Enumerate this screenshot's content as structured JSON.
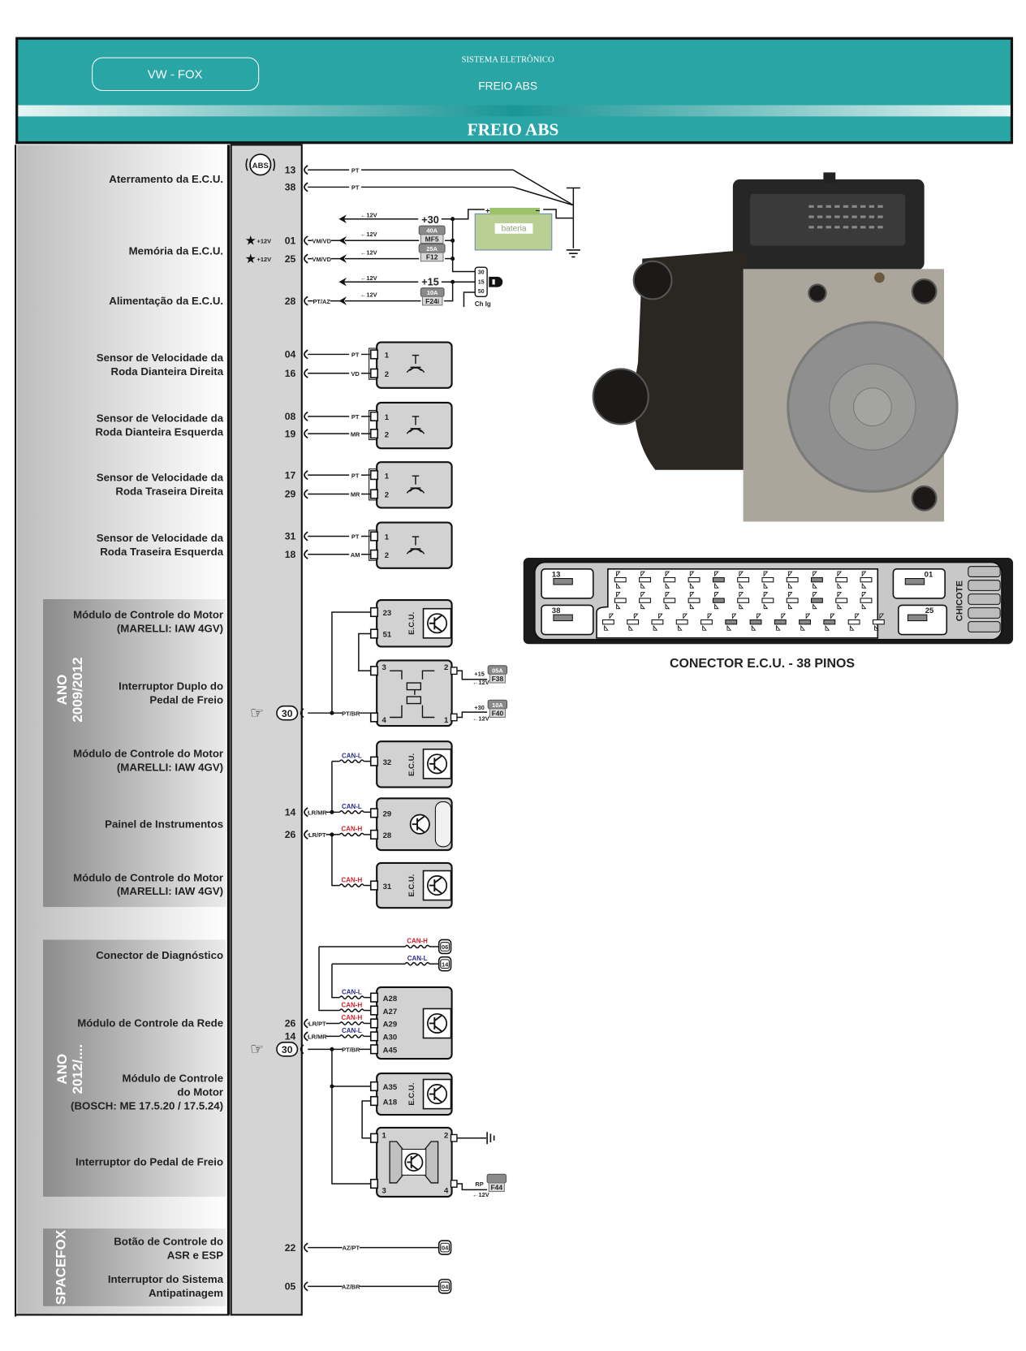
{
  "header": {
    "brand": "VW - FOX",
    "system": "SISTEMA ELETRÔNICO",
    "subtitle": "FREIO ABS",
    "title": "FREIO ABS"
  },
  "labels": [
    {
      "lines": [
        "Aterramento da E.C.U."
      ]
    },
    {
      "lines": [
        "Memória da E.C.U."
      ]
    },
    {
      "lines": [
        "Alimentação da E.C.U."
      ]
    },
    {
      "lines": [
        "Sensor de Velocidade da",
        "Roda Dianteira Direita"
      ]
    },
    {
      "lines": [
        "Sensor de Velocidade da",
        "Roda Dianteira Esquerda"
      ]
    },
    {
      "lines": [
        "Sensor de Velocidade da",
        "Roda Traseira Direita"
      ]
    },
    {
      "lines": [
        "Sensor de Velocidade da",
        "Roda Traseira Esquerda"
      ]
    },
    {
      "lines": [
        "Módulo de Controle do Motor",
        "(MARELLI: IAW 4GV)"
      ]
    },
    {
      "lines": [
        "Interruptor Duplo do",
        "Pedal de Freio"
      ]
    },
    {
      "lines": [
        "Módulo de Controle do Motor",
        "(MARELLI: IAW 4GV)"
      ]
    },
    {
      "lines": [
        "Painel de Instrumentos"
      ]
    },
    {
      "lines": [
        "Módulo de Controle do Motor",
        "(MARELLI: IAW 4GV)"
      ]
    },
    {
      "lines": [
        "Conector de Diagnóstico"
      ]
    },
    {
      "lines": [
        "Módulo de Controle da Rede"
      ]
    },
    {
      "lines": [
        "Módulo de Controle",
        "do Motor",
        "(BOSCH: ME 17.5.20 / 17.5.24)"
      ]
    },
    {
      "lines": [
        "Interruptor do Pedal de Freio"
      ]
    },
    {
      "lines": [
        "Botão de Controle do",
        "ASR e ESP"
      ]
    },
    {
      "lines": [
        "Interruptor do Sistema",
        "Antipatinagem"
      ]
    }
  ],
  "sections": [
    {
      "lines": [
        "ANO",
        "2009/2012"
      ]
    },
    {
      "lines": [
        "ANO",
        "2012/...."
      ]
    },
    {
      "lines": [
        "SPACEFOX"
      ]
    }
  ],
  "ecu": {
    "badge": "ABS",
    "pins": [
      "13",
      "38",
      "01",
      "25",
      "28",
      "04",
      "16",
      "08",
      "19",
      "17",
      "29",
      "31",
      "18",
      "30",
      "14",
      "26",
      "26",
      "14",
      "30",
      "22",
      "05"
    ],
    "memory_note": "+12V"
  },
  "wires": {
    "pt": "PT",
    "vmvd": "VM/VD",
    "ptaz": "PT/AZ",
    "vd": "VD",
    "mr": "MR",
    "am": "AM",
    "ptbr": "PT/BR",
    "lrmr": "LR/MR",
    "lrpt": "LR/PT",
    "azpt": "AZ/PT",
    "azbr": "AZ/BR",
    "rp": "RP"
  },
  "supply": {
    "v12": "←12V",
    "p30": "+30",
    "p15": "+15",
    "battery": "bateria",
    "ignition": "Ch Ig",
    "ign_pins": [
      "30",
      "15",
      "50"
    ]
  },
  "fuses": [
    {
      "amp": "40A",
      "id": "MF5"
    },
    {
      "amp": "25A",
      "id": "F12"
    },
    {
      "amp": "10A",
      "id": "F24i"
    },
    {
      "amp": "05A",
      "id": "F38"
    },
    {
      "amp": "10A",
      "id": "F40"
    },
    {
      "amp": "",
      "id": "F44"
    }
  ],
  "can": {
    "h": "CAN-H",
    "l": "CAN-L"
  },
  "components": {
    "ecu_text": "E.C.U.",
    "sensor_pins": [
      "1",
      "2"
    ],
    "switch_pins": [
      "1",
      "2",
      "3",
      "4"
    ],
    "ecu1_pins": [
      "23",
      "51"
    ],
    "ecu2_pin": "32",
    "panel_pins": [
      "29",
      "28"
    ],
    "ecu3_pin": "31",
    "diag_pins": [
      "06",
      "14"
    ],
    "network_pins": [
      "A28",
      "A27",
      "A29",
      "A30",
      "A45"
    ],
    "ecu4_pins": [
      "A35",
      "A18"
    ],
    "spacefox_pins": [
      "04",
      "04"
    ]
  },
  "connector": {
    "title": "CONECTOR E.C.U. - 38 PINOS",
    "harness": "CHICOTE",
    "pins": [
      "13",
      "38",
      "01",
      "25"
    ]
  },
  "colors": {
    "header": "#2aa5a5",
    "can_h": "#d4202a",
    "can_l": "#2a2a9a",
    "ecu_fill": "#d2d2d2",
    "battery": "#b9cf94"
  }
}
